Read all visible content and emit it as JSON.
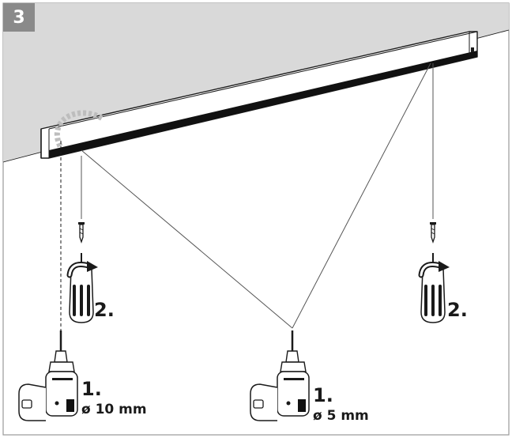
{
  "step_number": "3",
  "labels": {
    "left_screw_step": "2.",
    "right_screw_step": "2.",
    "left_drill_step": "1.",
    "left_drill_size": "ø 10 mm",
    "center_drill_step": "1.",
    "center_drill_size": "ø 5 mm"
  },
  "colors": {
    "ceiling": "#d9d9d9",
    "frame_border": "#9a9a9a",
    "badge": "#8a8a8a",
    "line": "#1a1a1a"
  },
  "icons": [
    "ceiling-rail-icon",
    "screw-icon",
    "screwdriver-icon",
    "drill-icon",
    "rotation-arrow-icon",
    "cable-icon"
  ]
}
